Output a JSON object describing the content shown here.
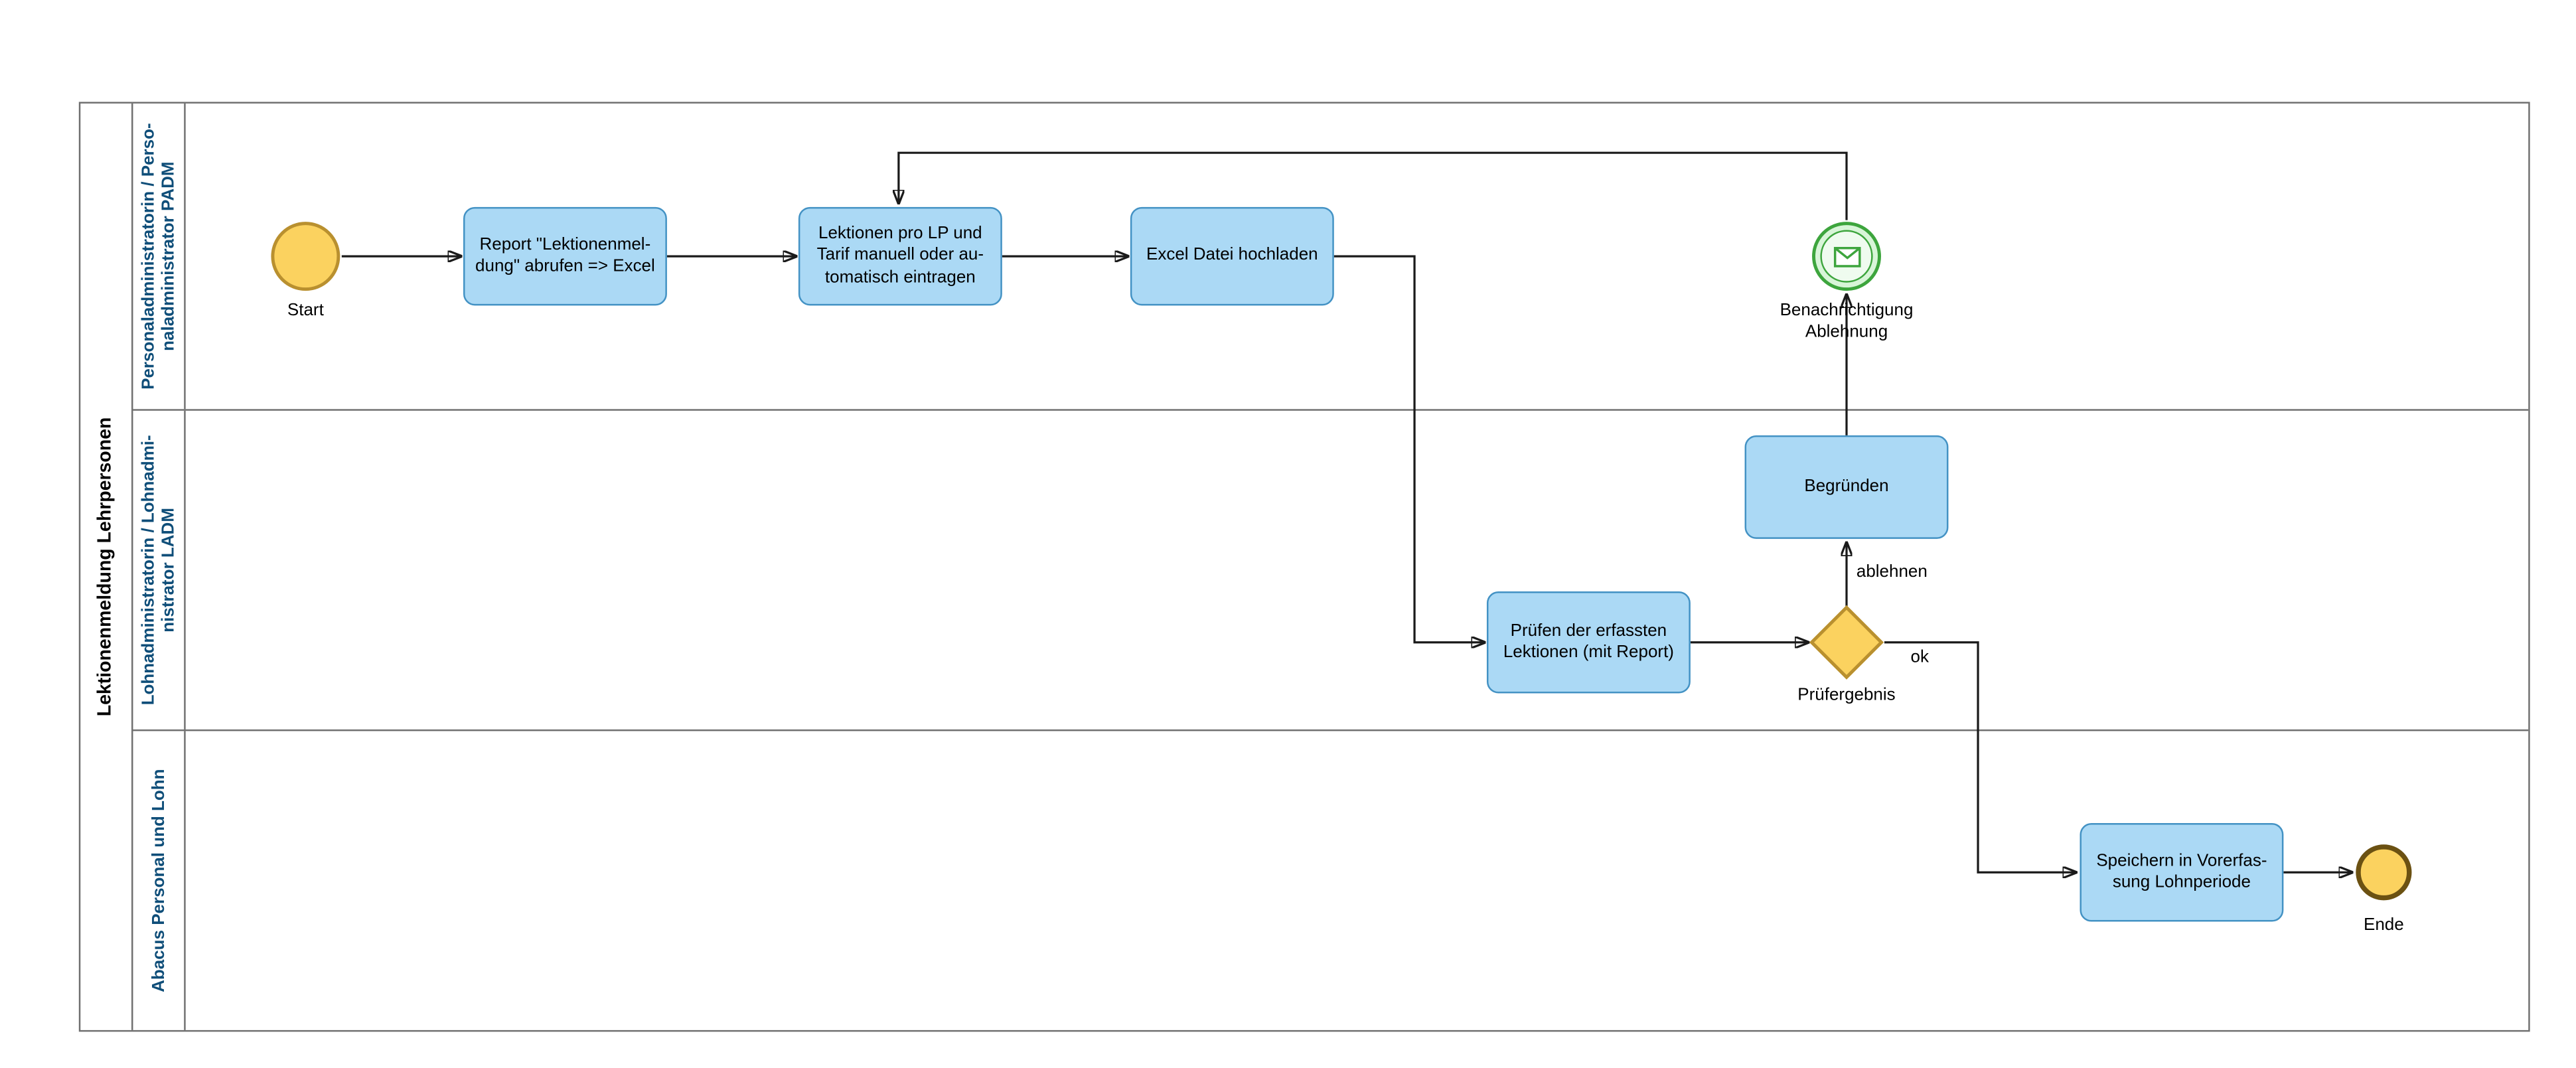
{
  "diagram": {
    "pool": {
      "label": "Lektionenmeldung Lehrpersonen"
    },
    "lanes": [
      {
        "label": "Personaladministratorin / Perso-\nnaladministrator PADM"
      },
      {
        "label": "Lohnadministratorin / Lohnadmi-\nnistrator LADM"
      },
      {
        "label": "Abacus Personal und Lohn"
      }
    ],
    "events": {
      "start": {
        "label": "Start"
      },
      "message": {
        "label": "Benachrichtigung\nAblehnung"
      },
      "end": {
        "label": "Ende"
      }
    },
    "tasks": {
      "report": {
        "label": "Report \"Lektionenmel-\ndung\" abrufen => Excel"
      },
      "lektionen": {
        "label": "Lektionen pro LP und\nTarif manuell oder au-\ntomatisch eintragen"
      },
      "upload": {
        "label": "Excel Datei hochladen"
      },
      "begruenden": {
        "label": "Begründen"
      },
      "pruefen": {
        "label": "Prüfen der erfassten\nLektionen (mit Report)"
      },
      "speichern": {
        "label": "Speichern in Vorerfas-\nsung Lohnperiode"
      }
    },
    "gateway": {
      "label": "Prüfergebnis"
    },
    "edge_labels": {
      "ablehnen": "ablehnen",
      "ok": "ok"
    },
    "colors": {
      "task_fill": "#ABD9F5",
      "task_border": "#4392C4",
      "event_fill": "#FBD25F",
      "event_border": "#B9902F",
      "end_border": "#6B5112",
      "message_fill": "#D8F5D8",
      "message_border": "#3DA53D",
      "lane_label": "#0F4E79",
      "flow": "#1A1A1A"
    }
  }
}
